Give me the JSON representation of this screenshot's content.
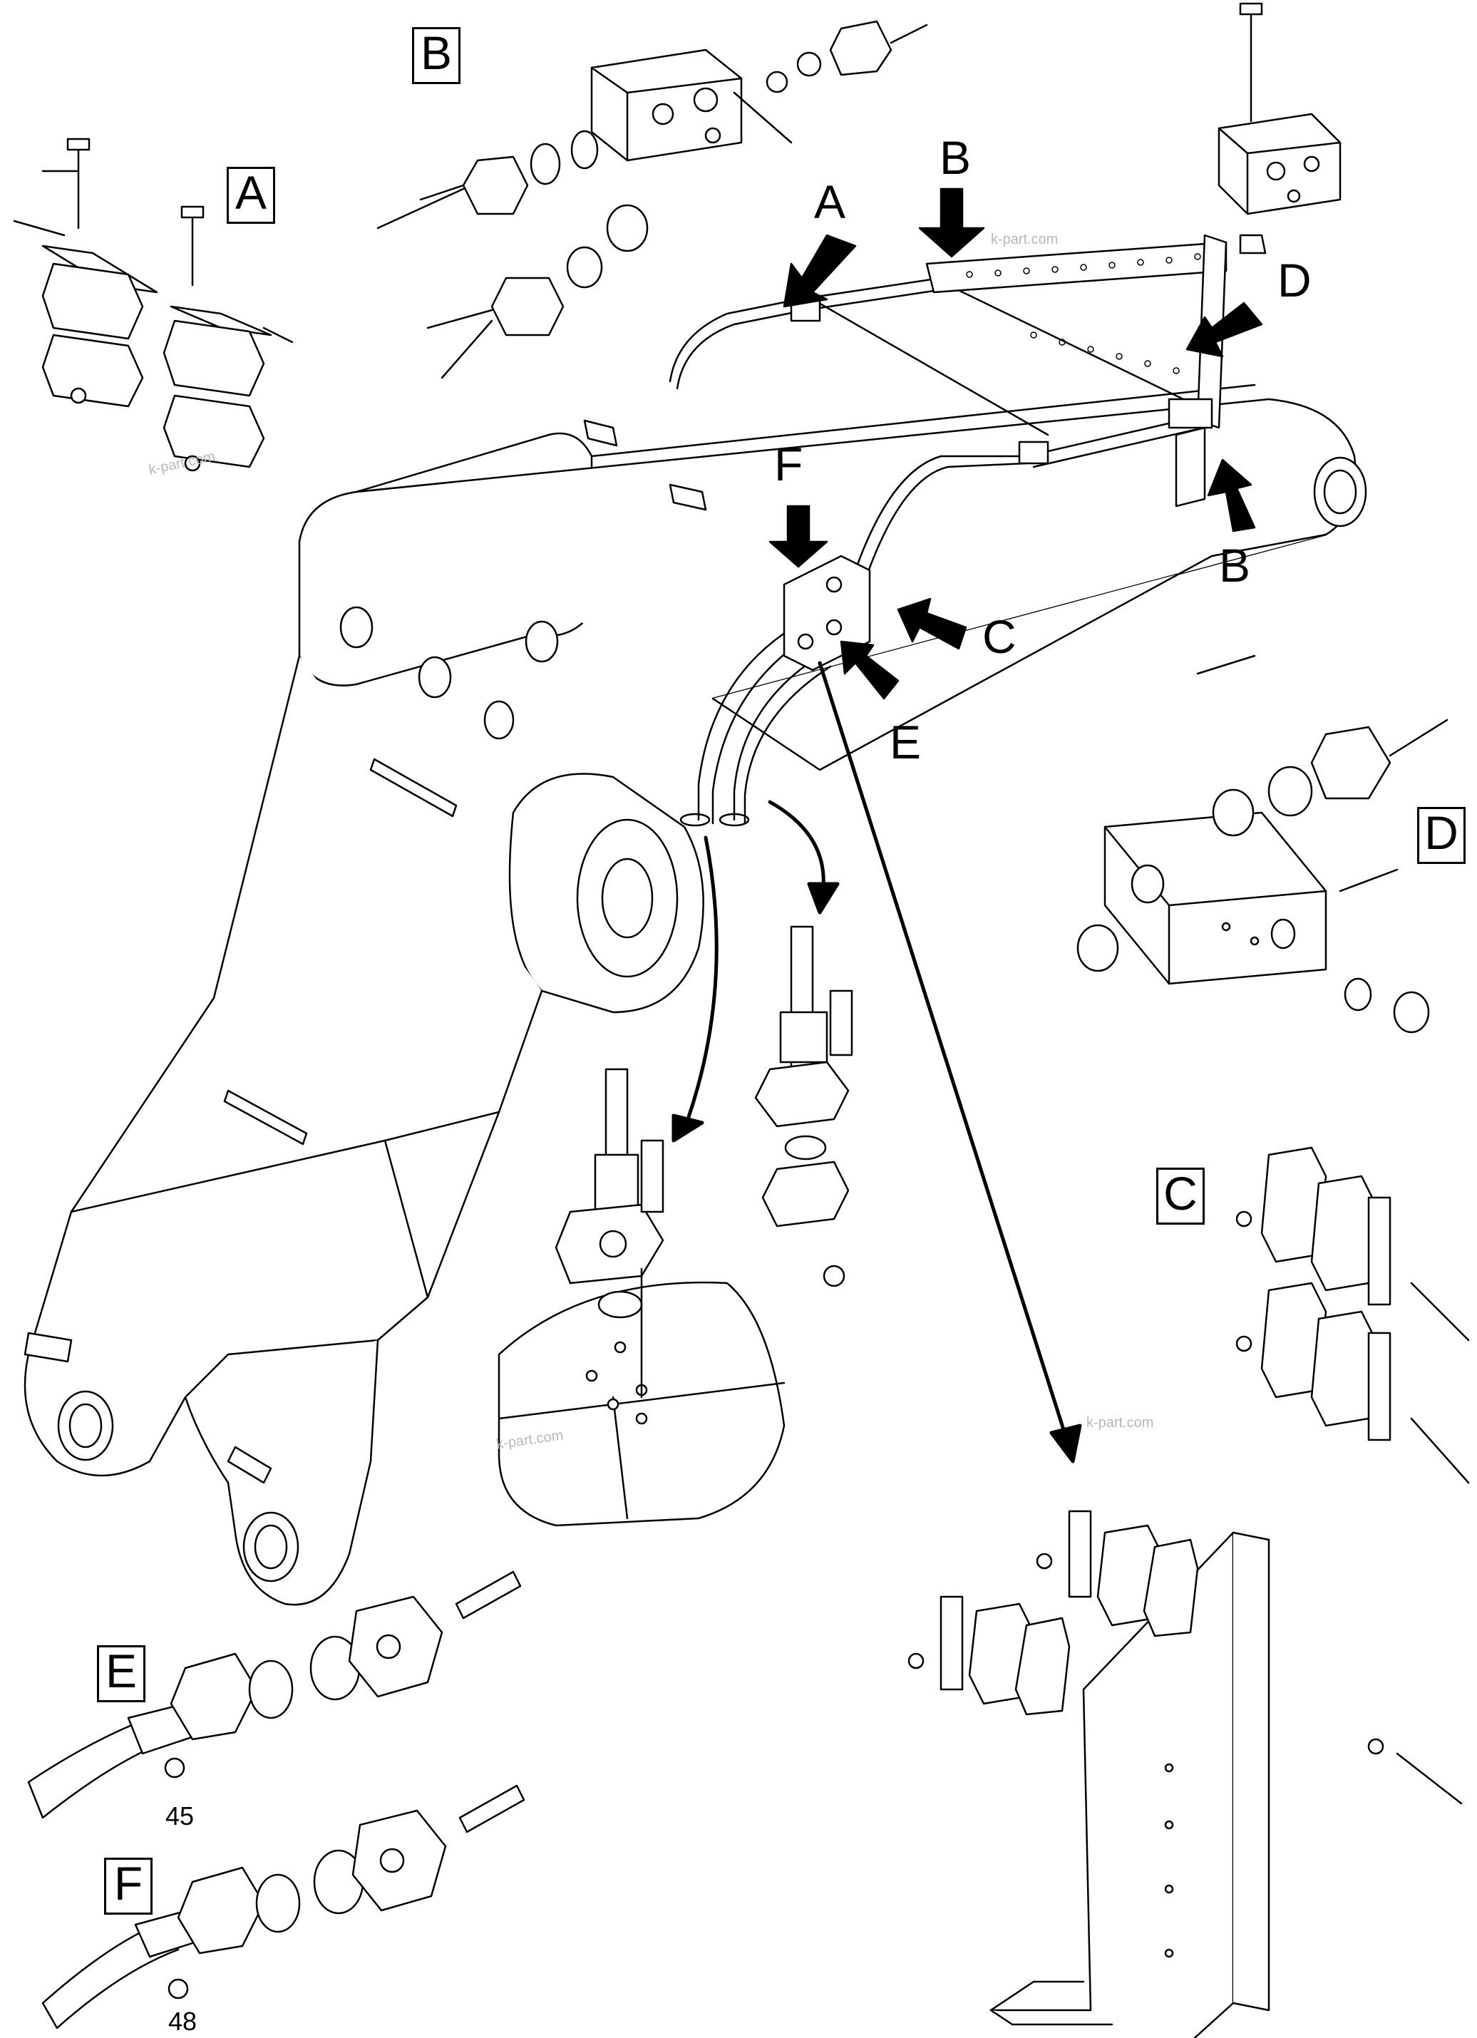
{
  "detail_boxes": {
    "A": "A",
    "B": "B",
    "C": "C",
    "D": "D",
    "E": "E",
    "F": "F"
  },
  "arrow_labels": {
    "A": "A",
    "B_top": "B",
    "B_right": "B",
    "C": "C",
    "D": "D",
    "E": "E",
    "F": "F"
  },
  "part_numbers": {
    "washer_e": "45",
    "washer_f": "48"
  },
  "watermarks": [
    "k-part.com",
    "k-part.com",
    "k-part.com",
    "k-part.com"
  ],
  "colors": {
    "line": "#000000",
    "background": "#ffffff",
    "watermark": "#b8b8b8"
  }
}
